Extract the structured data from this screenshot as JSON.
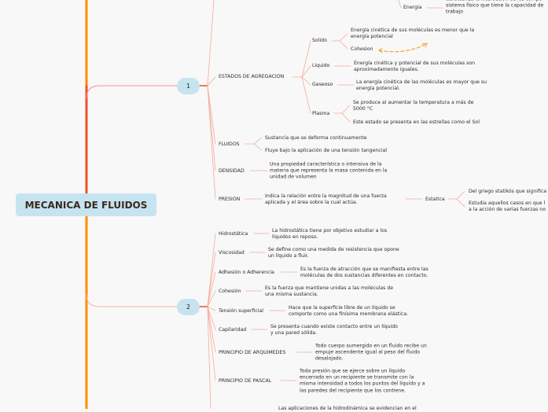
{
  "root": {
    "title": "MECANICA DE FLUIDOS"
  },
  "branch1": {
    "label": "1",
    "energia": {
      "label": "Energia",
      "desc": "Caracteriza la interacción de los compo\nsistema físico que tiene la capacidad de\ntrabajo"
    },
    "estados": {
      "label": "ESTADOS DE AGREGACION",
      "solido": {
        "label": "Solido",
        "desc1": "Energía cinética de sus moléculas es menor que la\nenergía potencial",
        "desc2": "Cohesion"
      },
      "liquido": {
        "label": "Liquido",
        "desc": "Energía cinética y potencial de sus moléculas son\naproximadamente iguales."
      },
      "gaseoso": {
        "label": "Gaseoso",
        "desc": "La energía cinética de las moléculas es mayor que su\nenergía potencial."
      },
      "plasma": {
        "label": "Plasma",
        "desc1": "Se produce al aumentar la temperatura a más de\n5000 °C",
        "desc2": "Este estado se presenta en las estrellas como el Sol"
      }
    },
    "fluidos": {
      "label": "FLUIDOS",
      "desc1": "Sustancia que se deforma continuamente",
      "desc2": "Fluye bajo la aplicación de una tensión tangencial"
    },
    "densidad": {
      "label": "DENSIDAD",
      "desc": "Una propiedad característica o intensiva de la\nmateria que representa la masa contenida en la\nunidad de volumen"
    },
    "presion": {
      "label": "PRESION",
      "desc": "Indica la relación entre la magnitud de una fuerza\naplicada y el área sobre la cual actúa.",
      "estatica": {
        "label": "Estatica",
        "desc1": "Del griego statikós que significa",
        "desc2": "Estudia aquellos casos en que l\na la acción de varias fuerzas no"
      }
    }
  },
  "branch2": {
    "label": "2",
    "items": [
      {
        "label": "Hidrostática",
        "desc": "La hidrostática tiene por objetivo estudiar a los\nlíquidos en reposo."
      },
      {
        "label": "Viscosidad",
        "desc": "Se define como una medida de resistencia que opone\nun líquido a fluir."
      },
      {
        "label": "Adhesión o Adherencia",
        "desc": "Es la fuerza de atracción que se manifiesta entre las\nmoléculas de dos sustancias diferentes en contacto."
      },
      {
        "label": "Cohesión",
        "desc": "Es la fuerza que mantiene unidas a las moléculas de\nuna misma sustancia."
      },
      {
        "label": "Tensión superficial",
        "desc": "Hace que la superficie libre de un líquido se\ncomporte como una finísima membrana elástica."
      },
      {
        "label": "Capilaridad",
        "desc": "Se presenta cuando existe contacto entre un líquido\ny una pared sólida."
      },
      {
        "label": "PRINCIPIO DE ARQUIMEDES",
        "desc": "Todo cuerpo sumergido en un fluido recibe un\nempuje ascendente igual al peso del fluido\ndesalojado."
      },
      {
        "label": "PRINCIPIO DE PASCAL",
        "desc": "Toda presión que se ejerce sobre un líquido\nencerrado en un recipiente se transmite con la\nmisma intensidad a todos los puntos del líquido y a\nlas paredes del recipiente que los contiene."
      }
    ],
    "partial": "Las aplicaciones de la hidrodinámica se evidencian en el"
  },
  "colors": {
    "trunk_orange": "#ff8c00",
    "trunk_red": "#f0502a",
    "link": "#f7a99a",
    "node_fill": "#c5e4f0",
    "cohesion_arrow": "#f5a020"
  }
}
